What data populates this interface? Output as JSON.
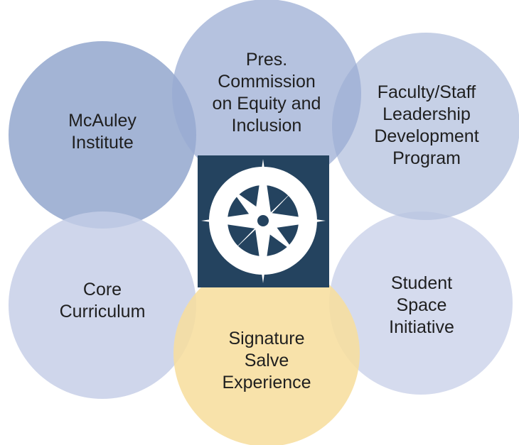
{
  "diagram": {
    "center": {
      "icon": "compass-icon",
      "background_color": "#24435f",
      "icon_color": "#ffffff"
    },
    "circles": [
      {
        "id": "mcauley",
        "label": "McAuley\nInstitute",
        "fill": "#8fa3cc",
        "opacity": 0.82
      },
      {
        "id": "commission",
        "label": "Pres.\nCommission\non Equity and\nInclusion",
        "fill": "#99aad2",
        "opacity": 0.72
      },
      {
        "id": "leadership",
        "label": "Faculty/Staff\nLeadership\nDevelopment\nProgram",
        "fill": "#b8c4e0",
        "opacity": 0.8
      },
      {
        "id": "core",
        "label": "Core\nCurriculum",
        "fill": "#c4cde7",
        "opacity": 0.82
      },
      {
        "id": "student",
        "label": "Student\nSpace\nInitiative",
        "fill": "#cad2ea",
        "opacity": 0.8
      },
      {
        "id": "signature",
        "label": "Signature\nSalve\nExperience",
        "fill": "#f7de9e",
        "opacity": 0.88
      }
    ]
  }
}
